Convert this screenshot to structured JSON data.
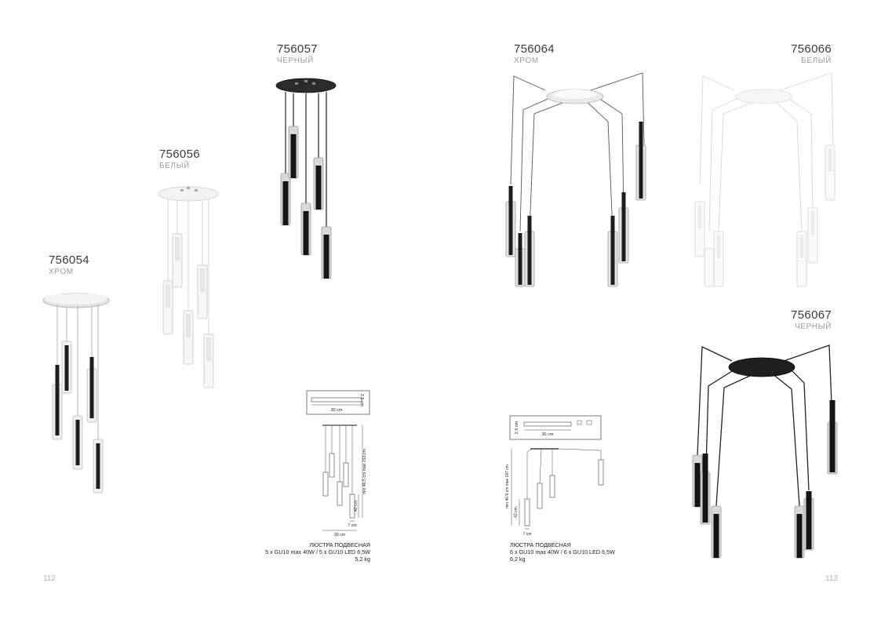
{
  "pages": {
    "left": "112",
    "right": "113"
  },
  "products": [
    {
      "code": "756054",
      "finish": "ХРОМ"
    },
    {
      "code": "756056",
      "finish": "БЕЛЫЙ"
    },
    {
      "code": "756057",
      "finish": "ЧЕРНЫЙ"
    },
    {
      "code": "756064",
      "finish": "ХРОМ"
    },
    {
      "code": "756066",
      "finish": "БЕЛЫЙ"
    },
    {
      "code": "756067",
      "finish": "ЧЕРНЫЙ"
    }
  ],
  "spec_left": {
    "title": "ЛЮСТРА ПОДВЕСНАЯ",
    "lamps": "5 x GU10 max 40W / 5 x GU10 LED 6,5W",
    "weight": "5,2 kg",
    "dims": {
      "width": "30 cm",
      "depth": "2.5 cm",
      "height": "min 46.5 cm max 210 cm",
      "shade": "42 cm",
      "shade_width": "7 cm"
    }
  },
  "spec_right": {
    "title": "ЛЮСТРА ПОДВЕСНАЯ",
    "lamps": "6 x GU10 max 40W / 6 x GU10 LED 6,5W",
    "weight": "6,2 kg",
    "dims": {
      "width": "30 cm",
      "depth": "2.5 cm",
      "height": "min 46.5 cm max 197 cm",
      "shade": "42 cm",
      "shade_width": "7 cm"
    }
  },
  "colors": {
    "chrome": "#c8c8c8",
    "white": "#f2f2f2",
    "black": "#1b1b1b",
    "glass": "#dcdcdc"
  }
}
